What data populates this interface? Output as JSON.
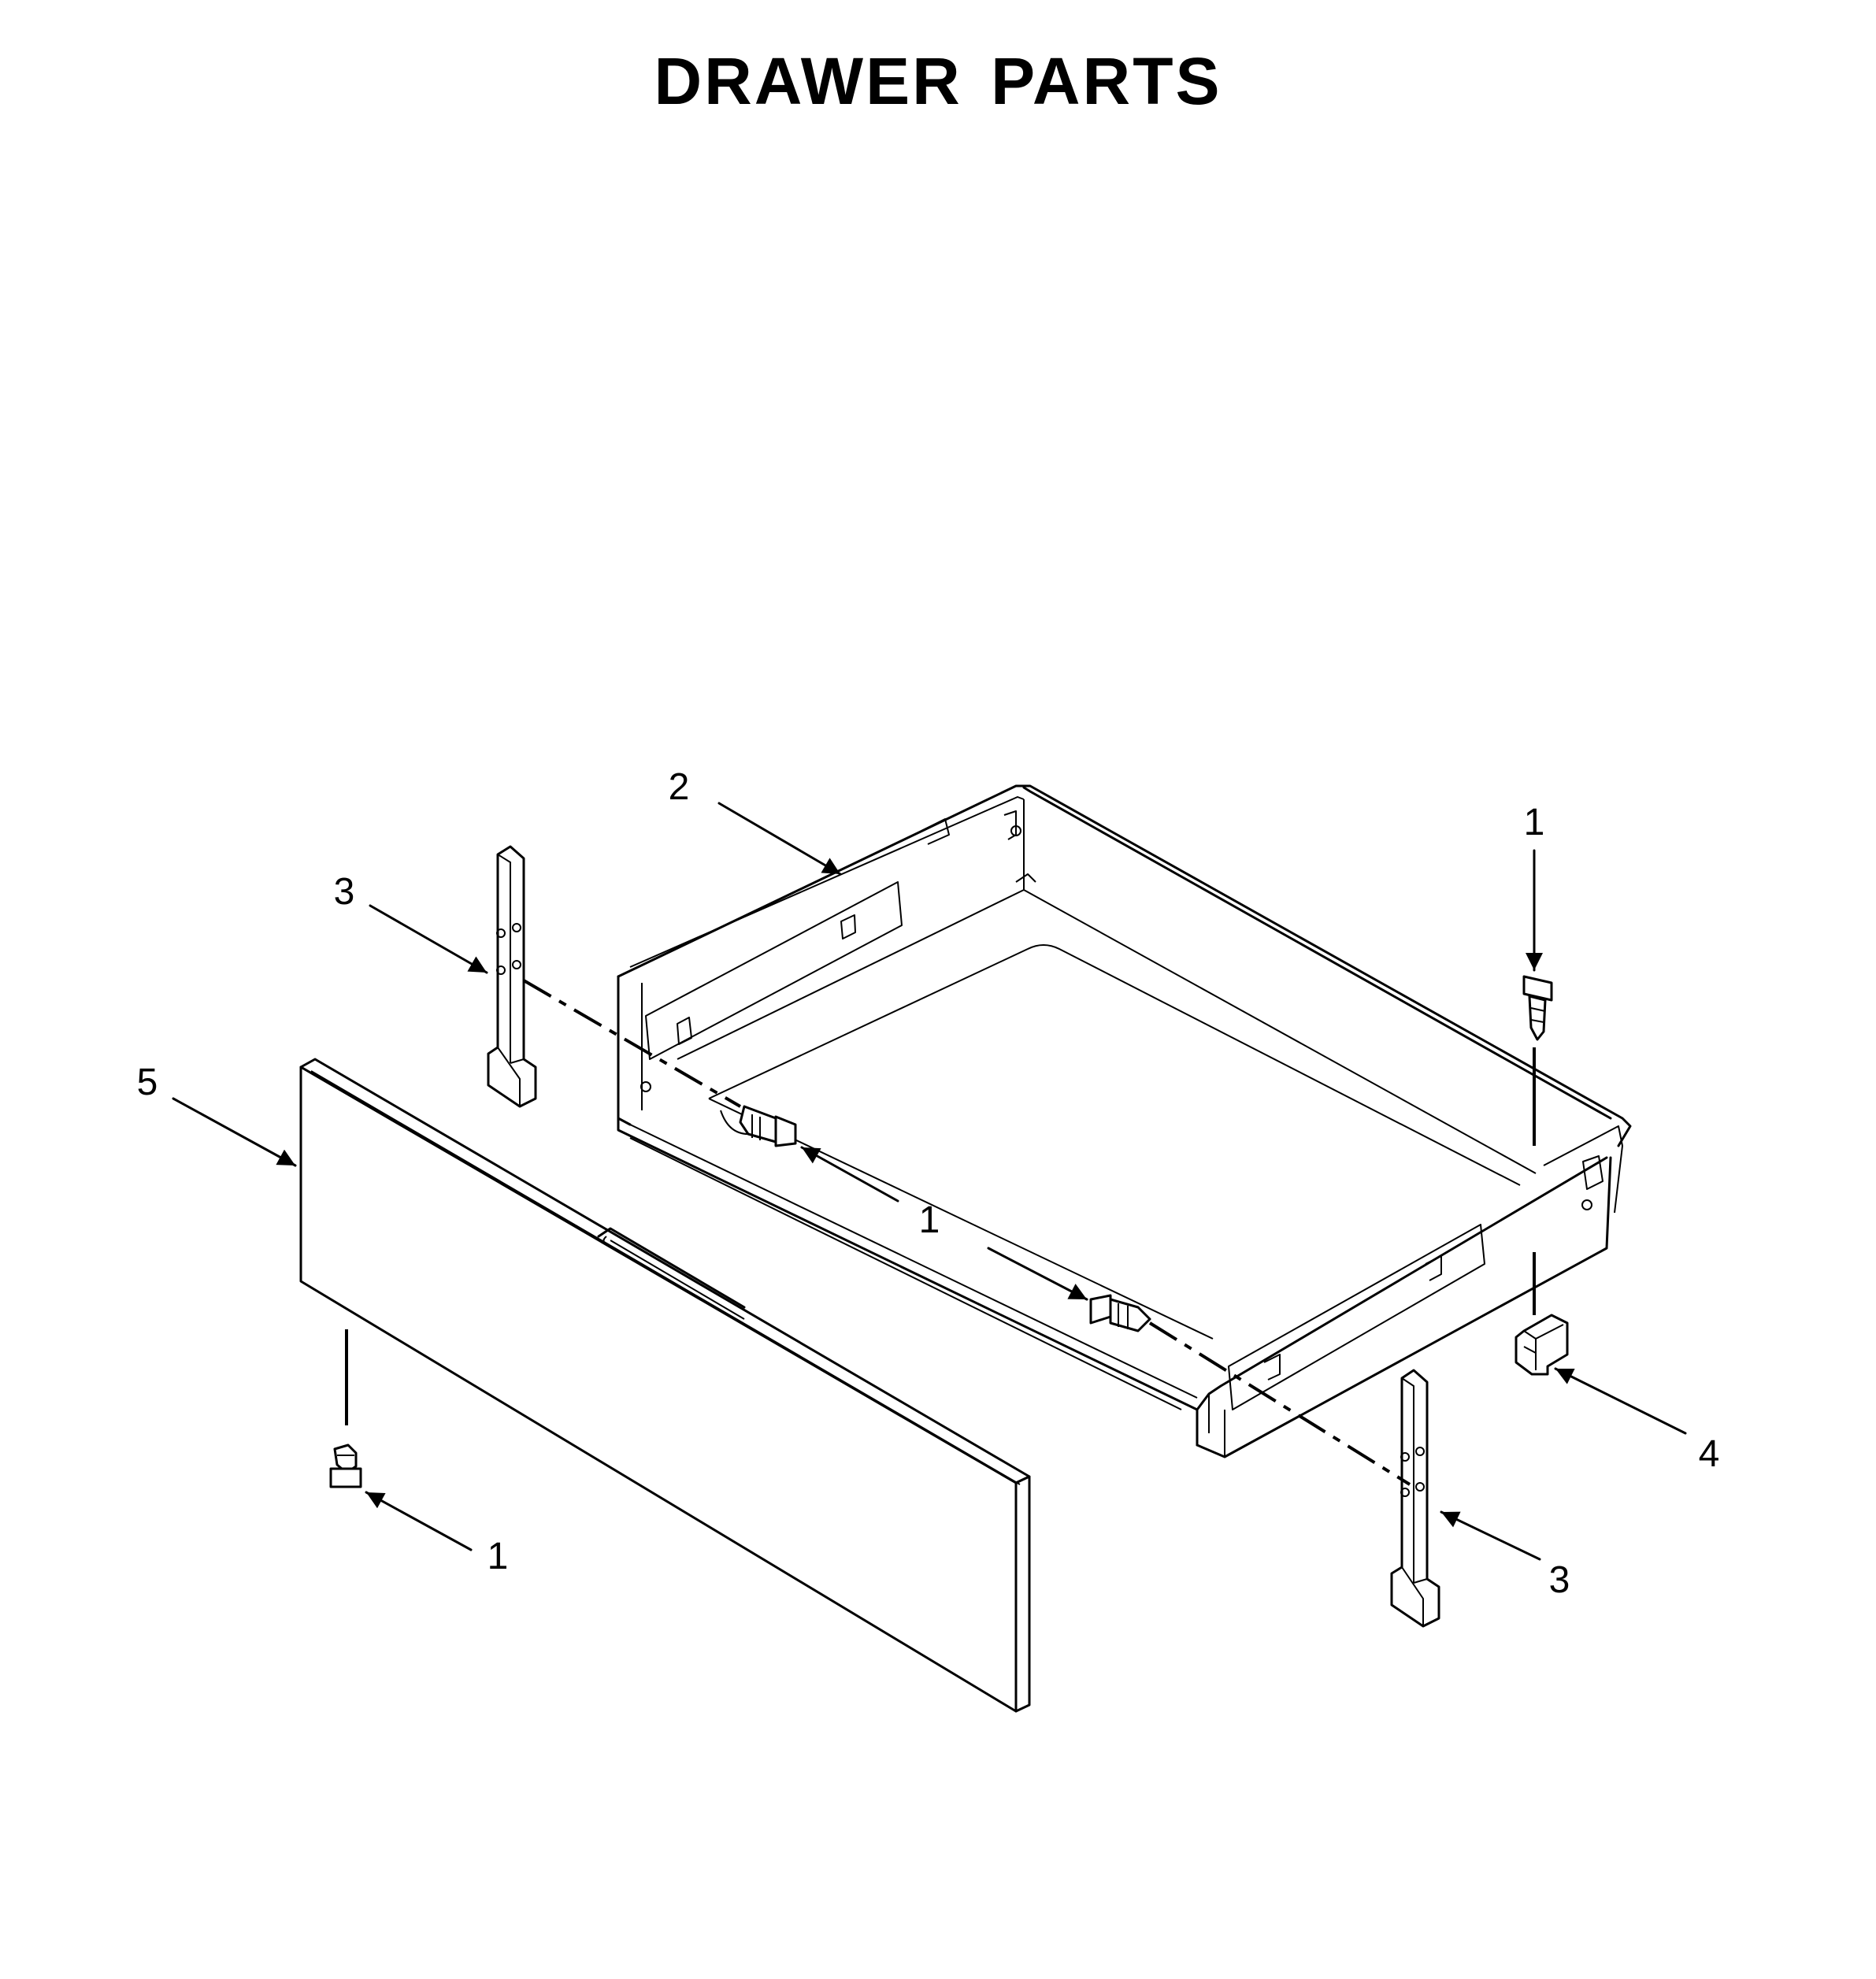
{
  "title": "DRAWER PARTS",
  "callouts": [
    {
      "id": "c2",
      "label": "2"
    },
    {
      "id": "c3a",
      "label": "3"
    },
    {
      "id": "c5",
      "label": "5"
    },
    {
      "id": "c1-right-top",
      "label": "1"
    },
    {
      "id": "c1-center",
      "label": "1"
    },
    {
      "id": "c1-bottom-left",
      "label": "1"
    },
    {
      "id": "c4",
      "label": "4"
    },
    {
      "id": "c3b",
      "label": "3"
    }
  ]
}
